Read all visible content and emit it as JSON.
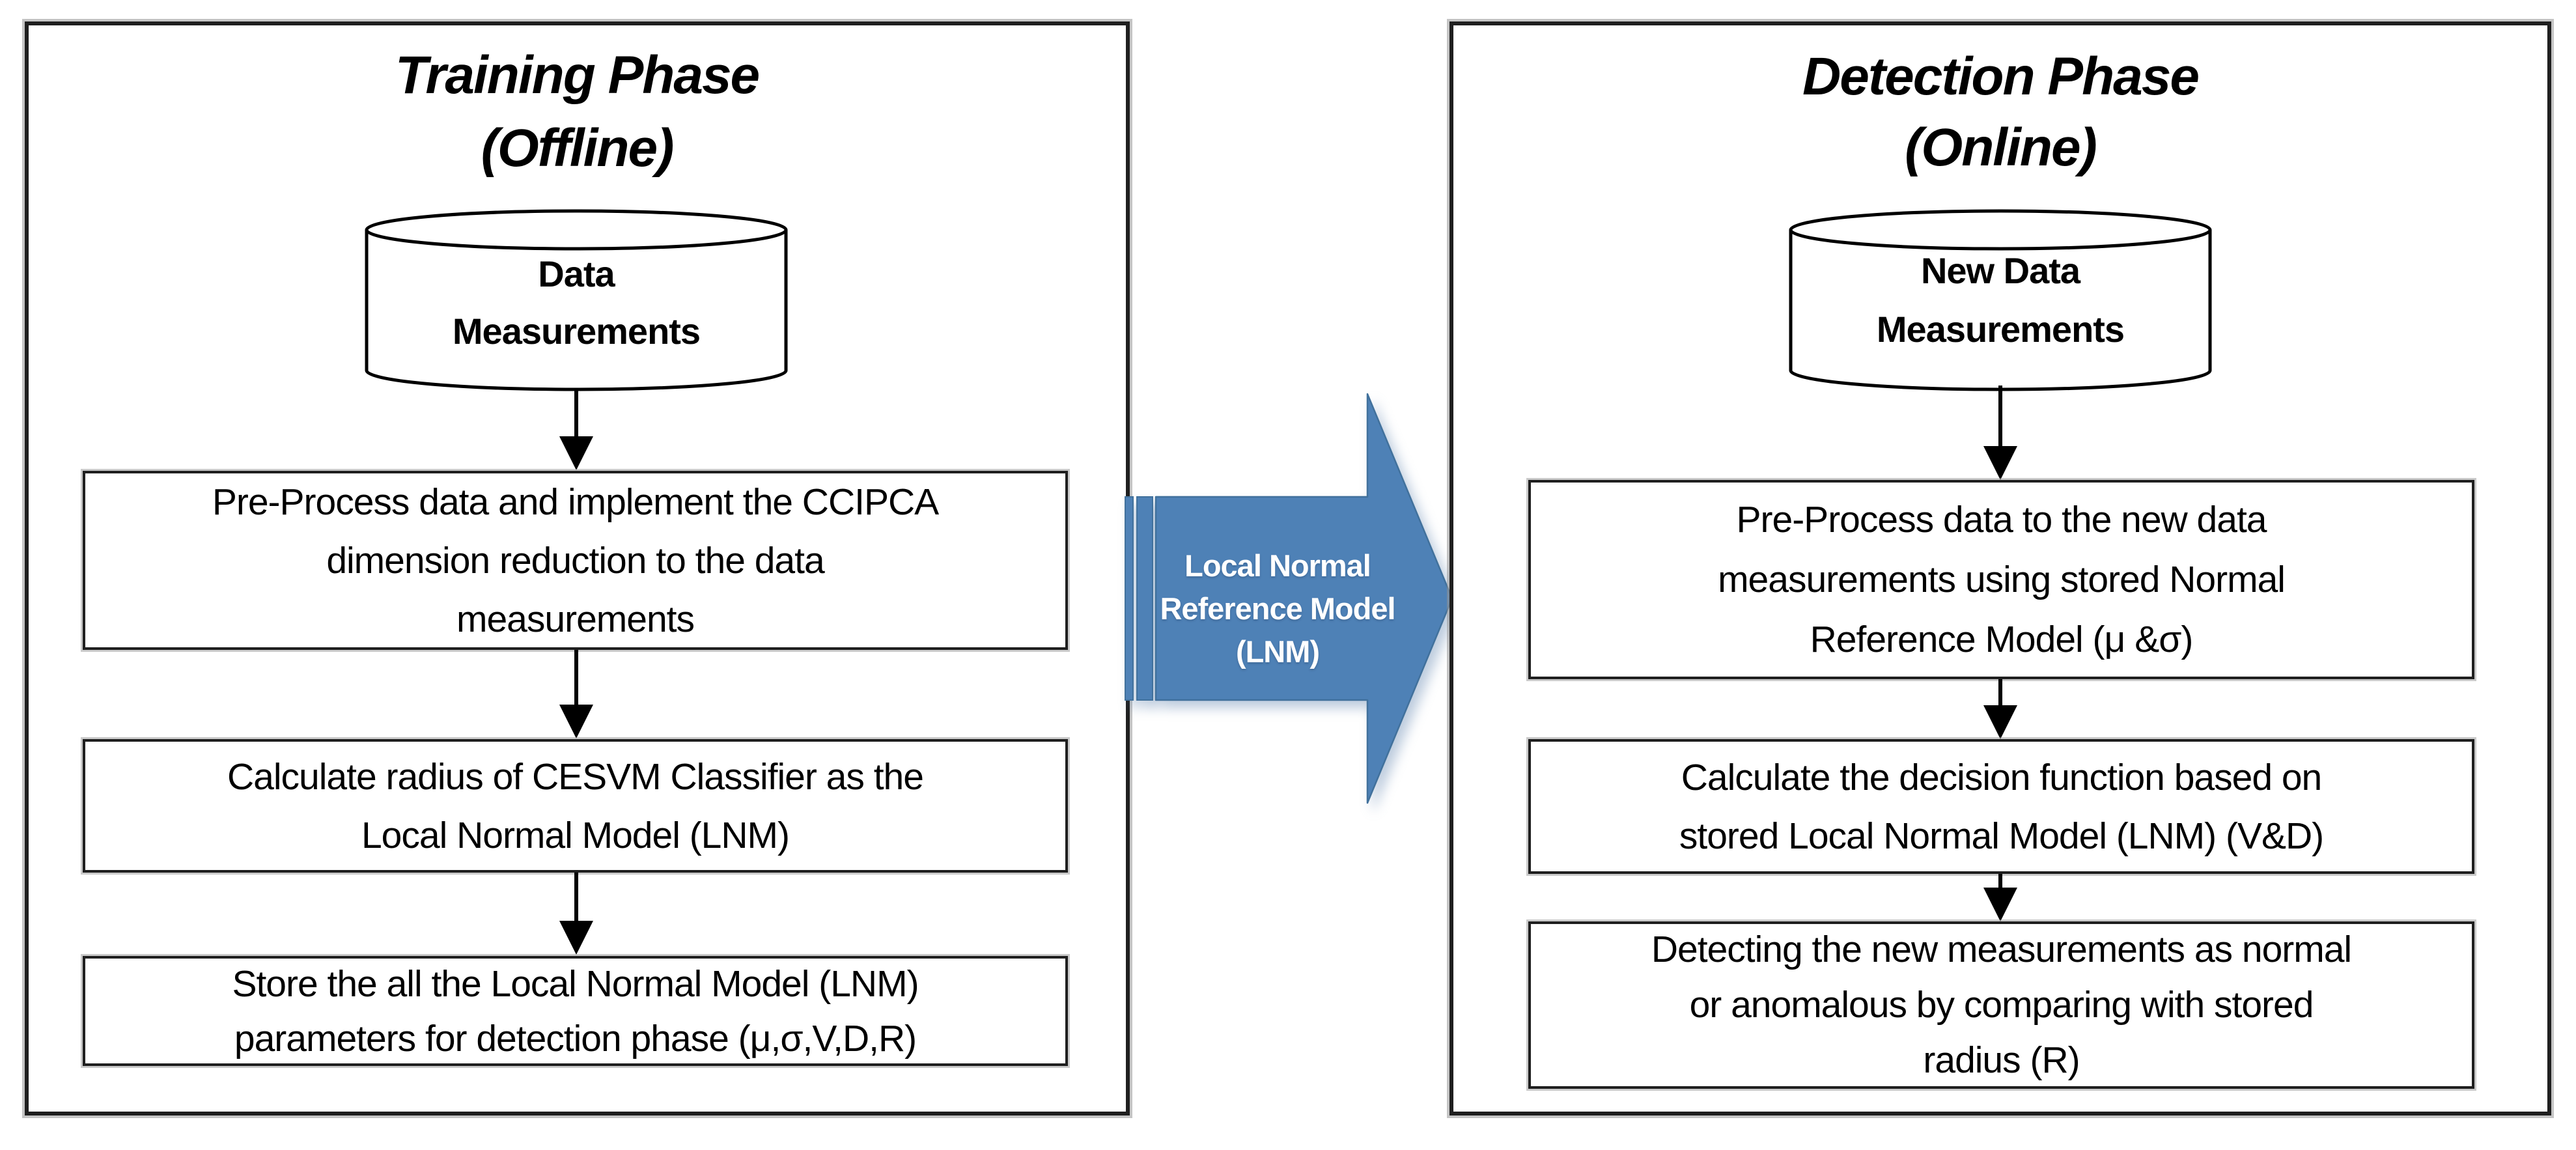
{
  "colors": {
    "connector_fill": "#4e81b6",
    "connector_stroke": "#41719c",
    "box_border": "#1f1f1f",
    "text": "#000000"
  },
  "left_panel": {
    "title_line1": "Training Phase",
    "title_line2": "(Offline)",
    "cylinder_line1": "Data",
    "cylinder_line2": "Measurements",
    "boxes": [
      {
        "lines": [
          "Pre-Process data and implement the CCIPCA",
          "dimension reduction to the data",
          "measurements"
        ]
      },
      {
        "lines": [
          "Calculate radius of CESVM Classifier as the",
          "Local Normal Model (LNM)"
        ]
      },
      {
        "lines": [
          "Store the all the  Local Normal Model (LNM)",
          "parameters for detection phase  (μ,σ,V,D,R)"
        ]
      }
    ]
  },
  "connector": {
    "lines": [
      "Local Normal",
      "Reference Model",
      "(LNM)"
    ]
  },
  "right_panel": {
    "title_line1": "Detection Phase",
    "title_line2": "(Online)",
    "cylinder_line1": "New Data",
    "cylinder_line2": "Measurements",
    "boxes": [
      {
        "lines": [
          "Pre-Process data to the new data",
          "measurements using stored Normal",
          "Reference Model (μ &σ)"
        ]
      },
      {
        "lines": [
          "Calculate the decision function based on",
          "stored Local Normal Model (LNM) (V&D)"
        ]
      },
      {
        "lines": [
          "Detecting the new measurements as normal",
          "or anomalous by comparing with stored",
          "radius (R)"
        ]
      }
    ]
  }
}
